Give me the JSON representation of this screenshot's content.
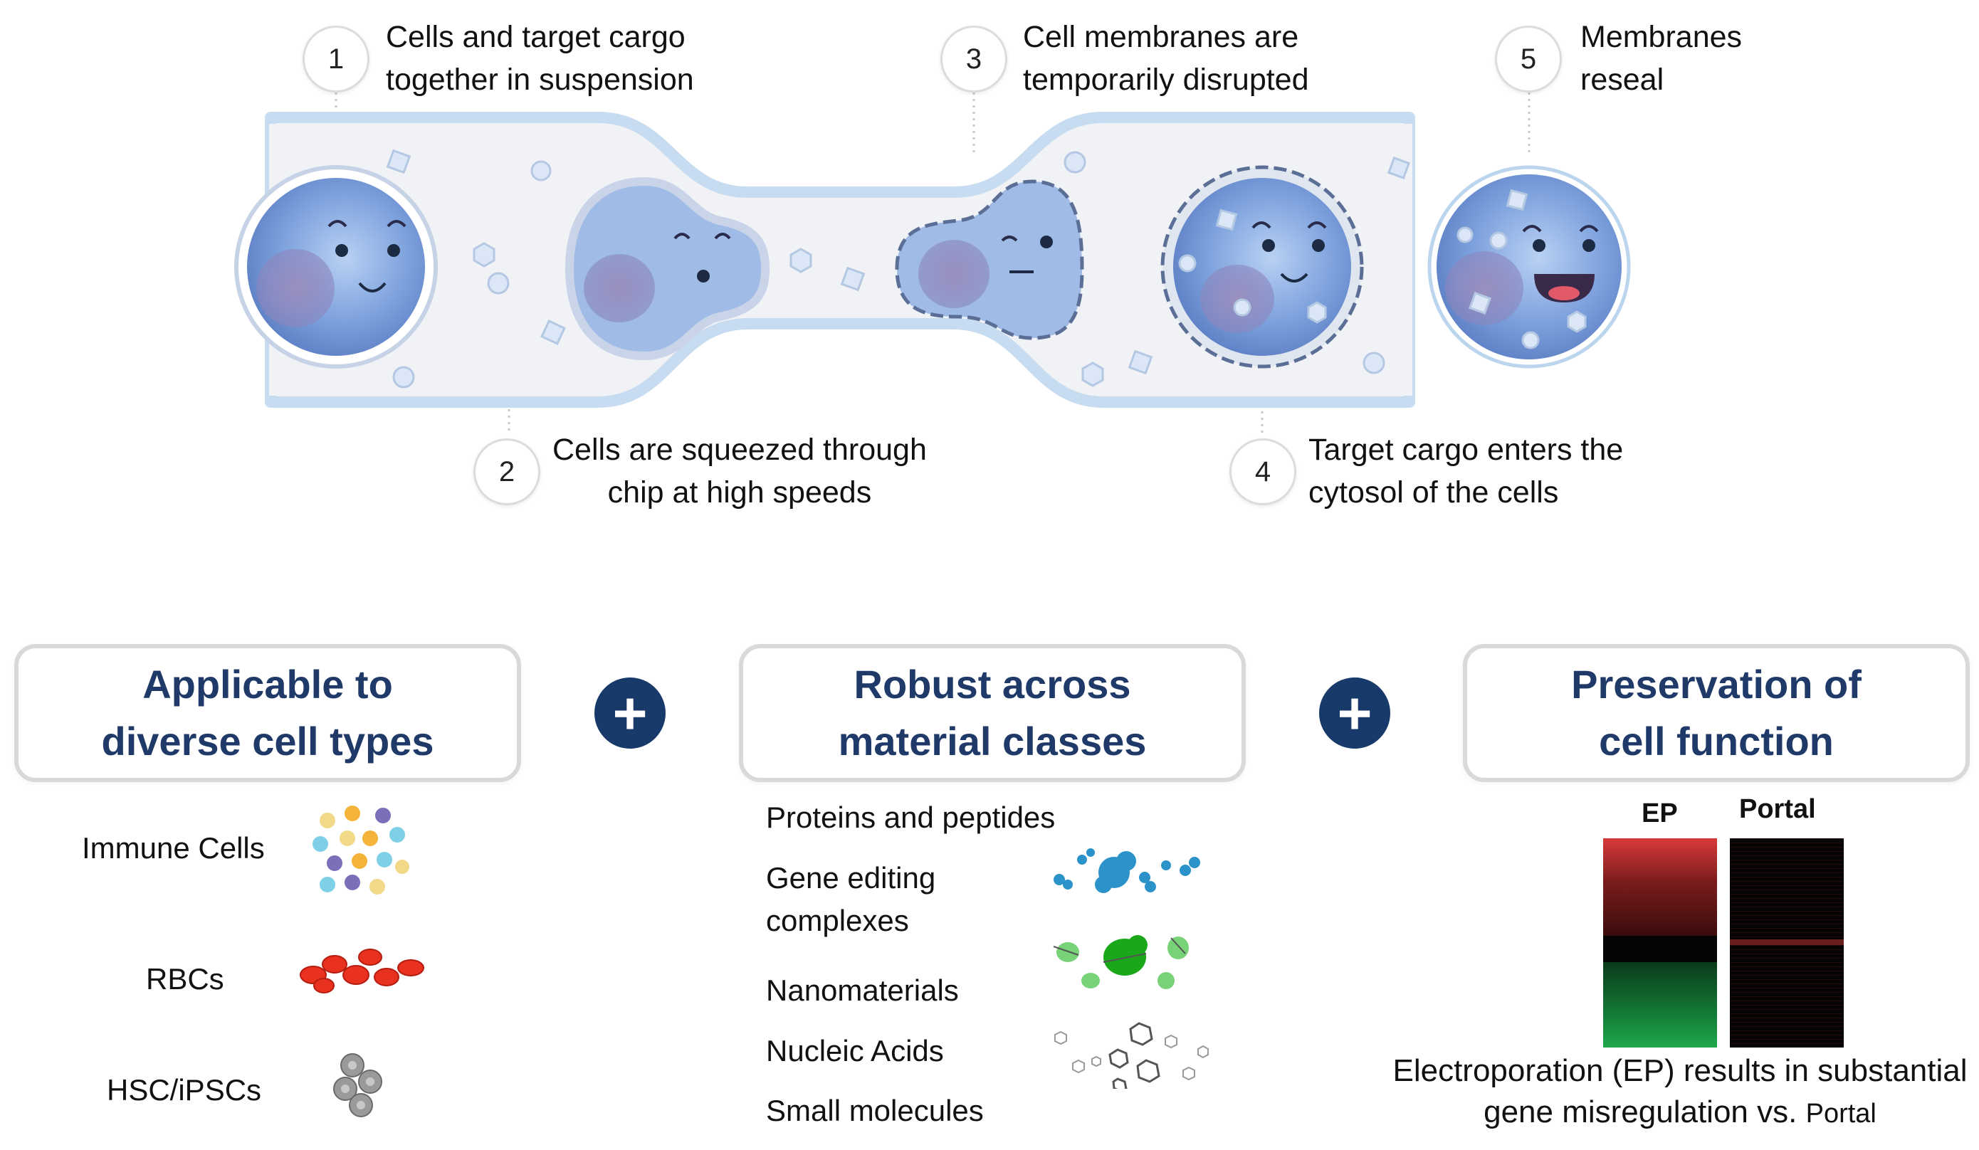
{
  "steps": [
    {
      "num": "1",
      "text_lines": [
        "Cells and target cargo",
        "together in suspension"
      ]
    },
    {
      "num": "2",
      "text_lines": [
        "Cells are squeezed through",
        "chip at high speeds"
      ]
    },
    {
      "num": "3",
      "text_lines": [
        "Cell membranes are",
        "temporarily disrupted"
      ]
    },
    {
      "num": "4",
      "text_lines": [
        "Target cargo enters the",
        "cytosol of the cells"
      ]
    },
    {
      "num": "5",
      "text_lines": [
        "Membranes",
        "reseal"
      ]
    }
  ],
  "plus_symbol": "+",
  "panels": [
    {
      "title_lines": [
        "Applicable to",
        "diverse cell types"
      ],
      "items": [
        "Immune Cells",
        "RBCs",
        "HSC/iPSCs"
      ]
    },
    {
      "title_lines": [
        "Robust across",
        "material classes"
      ],
      "items": [
        "Proteins and peptides",
        "Gene editing",
        "complexes",
        "Nanomaterials",
        "Nucleic Acids",
        "Small molecules"
      ]
    },
    {
      "title_lines": [
        "Preservation of",
        "cell function"
      ],
      "heatmap_headers": [
        "EP",
        "Portal"
      ],
      "caption_line1": "Electroporation (EP) results in substantial",
      "caption_line2_main": "gene misregulation vs.",
      "caption_line2_small": "Portal"
    }
  ],
  "colors": {
    "title": "#1f3a68",
    "plus_bg": "#173a6b",
    "cell": "#6f95d8",
    "channel": "#f1f2f6",
    "channel_edge": "#bcd5ee"
  }
}
